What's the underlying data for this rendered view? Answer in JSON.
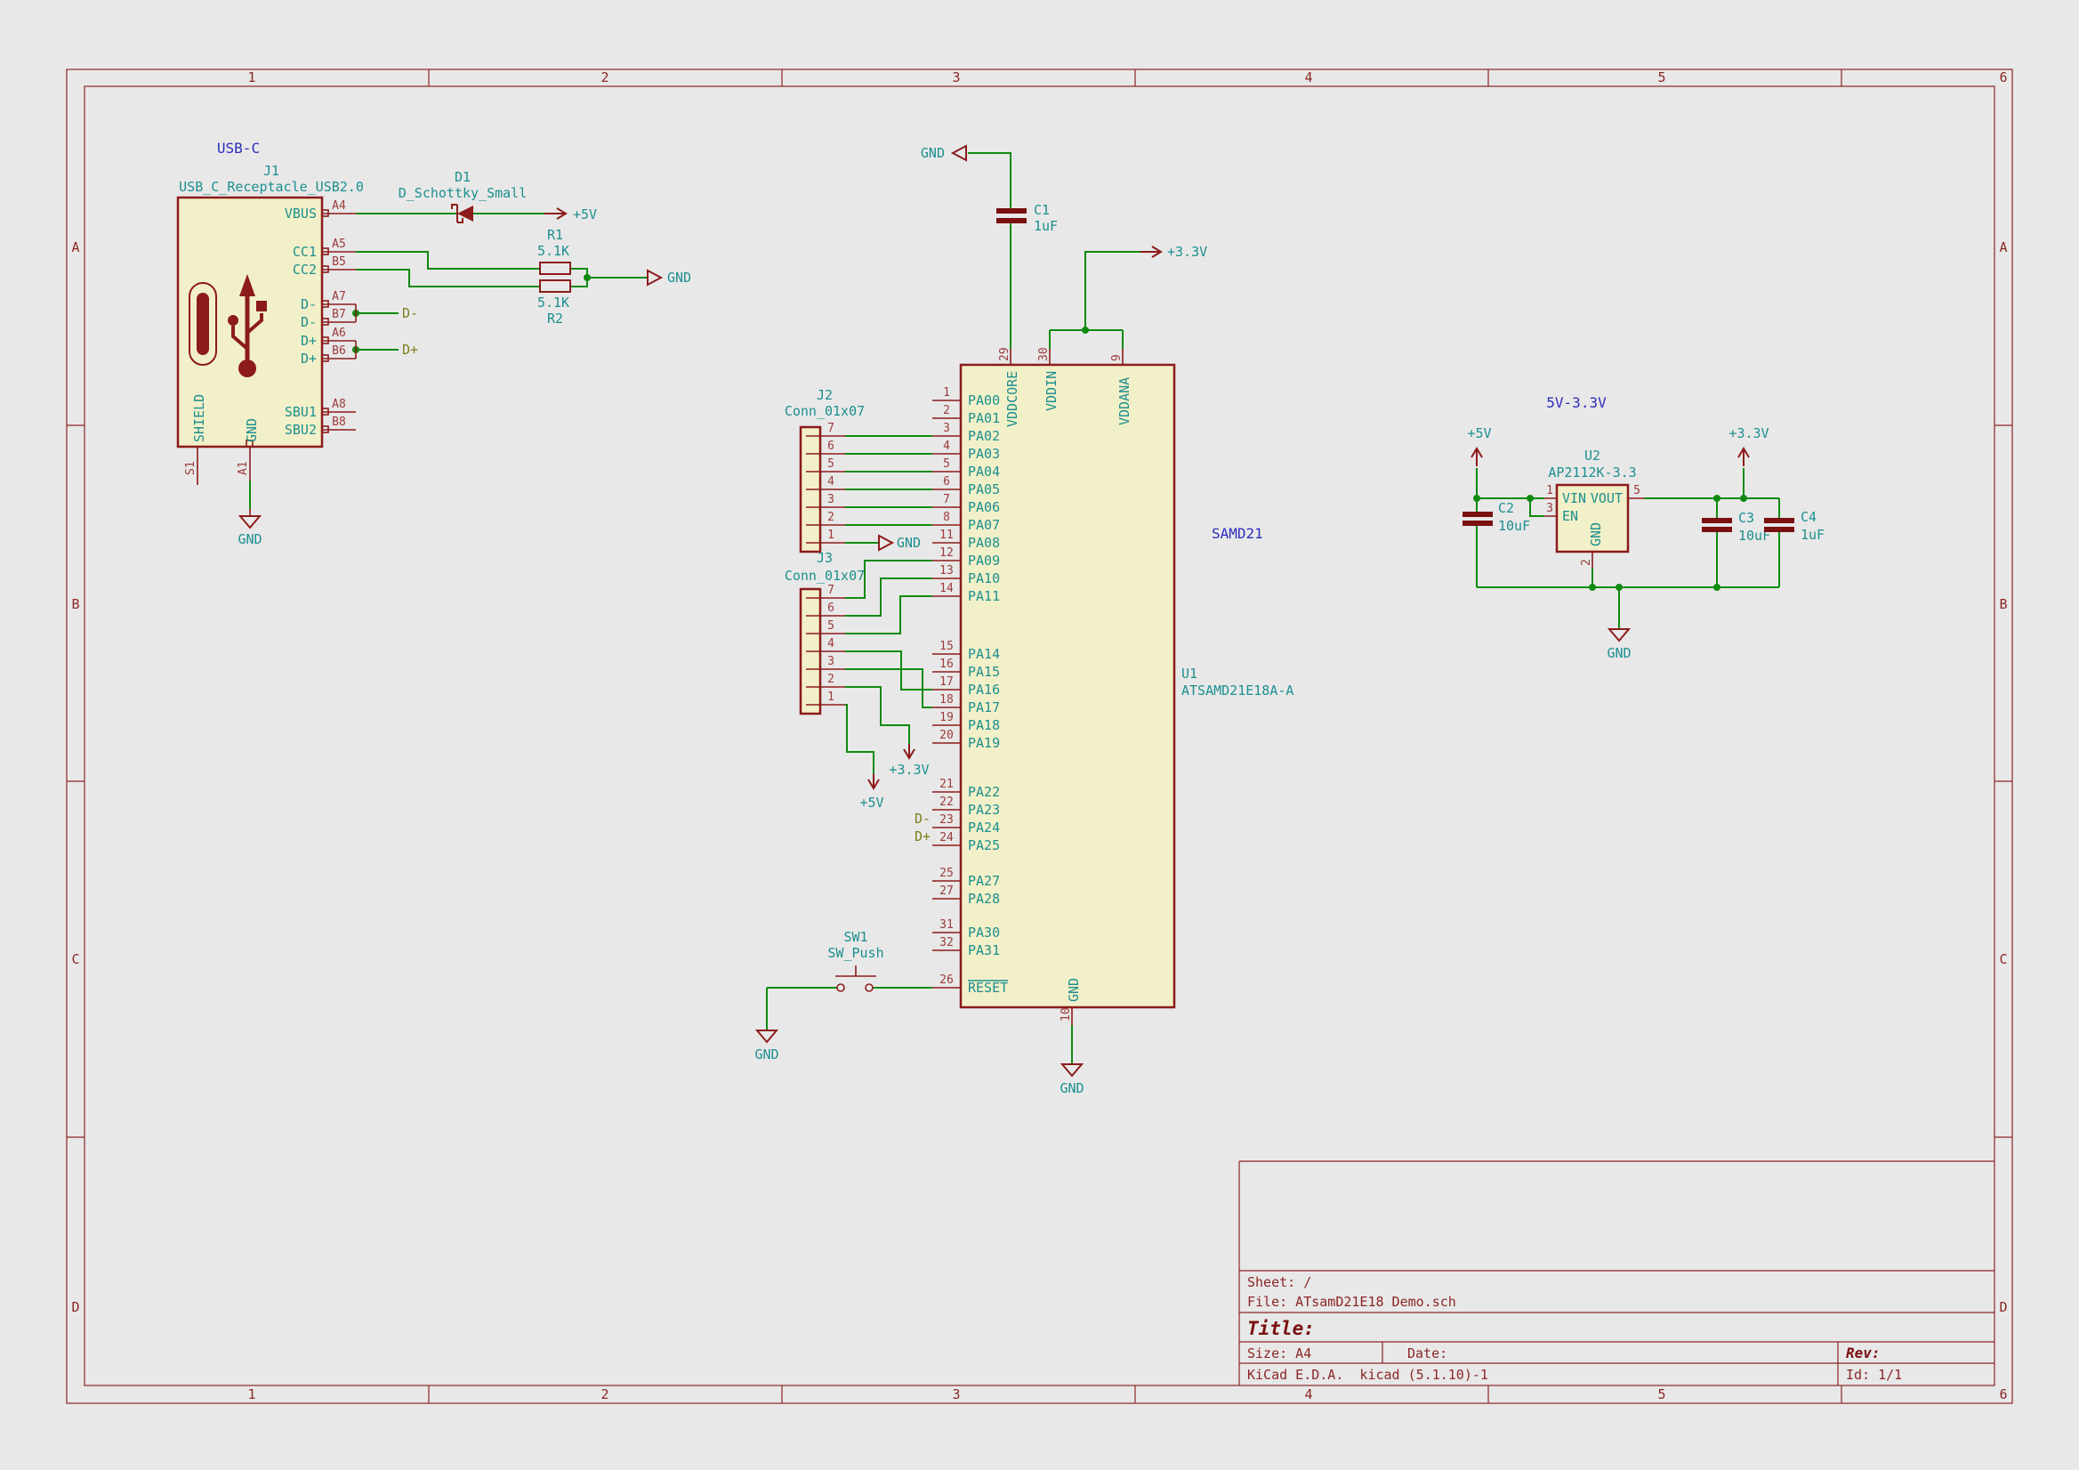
{
  "frame": {
    "cols": [
      "1",
      "2",
      "3",
      "4",
      "5",
      "6"
    ],
    "rows": [
      "A",
      "B",
      "C",
      "D"
    ]
  },
  "title_block": {
    "sheet": "Sheet: /",
    "file": "File: ATsamD21E18 Demo.sch",
    "title": "Title:",
    "size": "Size: A4",
    "date": "Date:",
    "rev": "Rev:",
    "generator": "KiCad E.D.A.  kicad (5.1.10)-1",
    "id": "Id: 1/1"
  },
  "colors": {
    "wire": "#0f8a0f",
    "outline": "#8c1b1b",
    "field_teal": "#1d8f8f",
    "note_blue": "#2d2dbb",
    "label_olive": "#7d7d1f"
  },
  "power": {
    "p5": "+5V",
    "p33": "+3.3V",
    "gnd": "GND"
  },
  "net": {
    "dm": "D-",
    "dp": "D+"
  },
  "usb": {
    "note": "USB-C",
    "ref": "J1",
    "value": "USB_C_Receptacle_USB2.0",
    "pins": [
      {
        "num": "A4",
        "name": "VBUS"
      },
      {
        "num": "A5",
        "name": "CC1"
      },
      {
        "num": "B5",
        "name": "CC2"
      },
      {
        "num": "A7",
        "name": "D-"
      },
      {
        "num": "B7",
        "name": "D-"
      },
      {
        "num": "A6",
        "name": "D+"
      },
      {
        "num": "B6",
        "name": "D+"
      },
      {
        "num": "A8",
        "name": "SBU1"
      },
      {
        "num": "B8",
        "name": "SBU2"
      }
    ],
    "shield_name": "SHIELD",
    "shield_num": "S1",
    "gnd_name": "GND",
    "gnd_num": "A1"
  },
  "d1": {
    "ref": "D1",
    "value": "D_Schottky_Small"
  },
  "r1": {
    "ref": "R1",
    "value": "5.1K"
  },
  "r2": {
    "ref": "R2",
    "value": "5.1K"
  },
  "c1": {
    "ref": "C1",
    "value": "1uF"
  },
  "c2": {
    "ref": "C2",
    "value": "10uF"
  },
  "c3": {
    "ref": "C3",
    "value": "10uF"
  },
  "c4": {
    "ref": "C4",
    "value": "1uF"
  },
  "j2": {
    "ref": "J2",
    "value": "Conn_01x07",
    "pins": [
      "7",
      "6",
      "5",
      "4",
      "3",
      "2",
      "1"
    ]
  },
  "j3": {
    "ref": "J3",
    "value": "Conn_01x07",
    "pins": [
      "7",
      "6",
      "5",
      "4",
      "3",
      "2",
      "1"
    ]
  },
  "sw": {
    "ref": "SW1",
    "value": "SW_Push"
  },
  "u1": {
    "ref": "U1",
    "value": "ATSAMD21E18A-A",
    "note": "SAMD21",
    "top": [
      {
        "num": "29",
        "name": "VDDCORE"
      },
      {
        "num": "30",
        "name": "VDDIN"
      },
      {
        "num": "9",
        "name": "VDDANA"
      }
    ],
    "bottom": {
      "num": "10",
      "name": "GND"
    },
    "ga": [
      {
        "num": "1",
        "name": "PA00"
      },
      {
        "num": "2",
        "name": "PA01"
      },
      {
        "num": "3",
        "name": "PA02"
      },
      {
        "num": "4",
        "name": "PA03"
      },
      {
        "num": "5",
        "name": "PA04"
      },
      {
        "num": "6",
        "name": "PA05"
      },
      {
        "num": "7",
        "name": "PA06"
      },
      {
        "num": "8",
        "name": "PA07"
      },
      {
        "num": "11",
        "name": "PA08"
      },
      {
        "num": "12",
        "name": "PA09"
      },
      {
        "num": "13",
        "name": "PA10"
      },
      {
        "num": "14",
        "name": "PA11"
      }
    ],
    "gb": [
      {
        "num": "15",
        "name": "PA14"
      },
      {
        "num": "16",
        "name": "PA15"
      },
      {
        "num": "17",
        "name": "PA16"
      },
      {
        "num": "18",
        "name": "PA17"
      },
      {
        "num": "19",
        "name": "PA18"
      },
      {
        "num": "20",
        "name": "PA19"
      }
    ],
    "gc": [
      {
        "num": "21",
        "name": "PA22"
      },
      {
        "num": "22",
        "name": "PA23"
      },
      {
        "num": "23",
        "name": "PA24"
      },
      {
        "num": "24",
        "name": "PA25"
      }
    ],
    "gd": [
      {
        "num": "25",
        "name": "PA27"
      },
      {
        "num": "27",
        "name": "PA28"
      }
    ],
    "ge": [
      {
        "num": "31",
        "name": "PA30"
      },
      {
        "num": "32",
        "name": "PA31"
      }
    ],
    "gf": [
      {
        "num": "26",
        "name": "RESET"
      }
    ]
  },
  "u2": {
    "ref": "U2",
    "value": "AP2112K-3.3",
    "note": "5V-3.3V",
    "vin_num": "1",
    "vin": "VIN",
    "en_num": "3",
    "en": "EN",
    "vout_num": "5",
    "vout": "VOUT",
    "gnd_num": "2",
    "gnd": "GND"
  }
}
